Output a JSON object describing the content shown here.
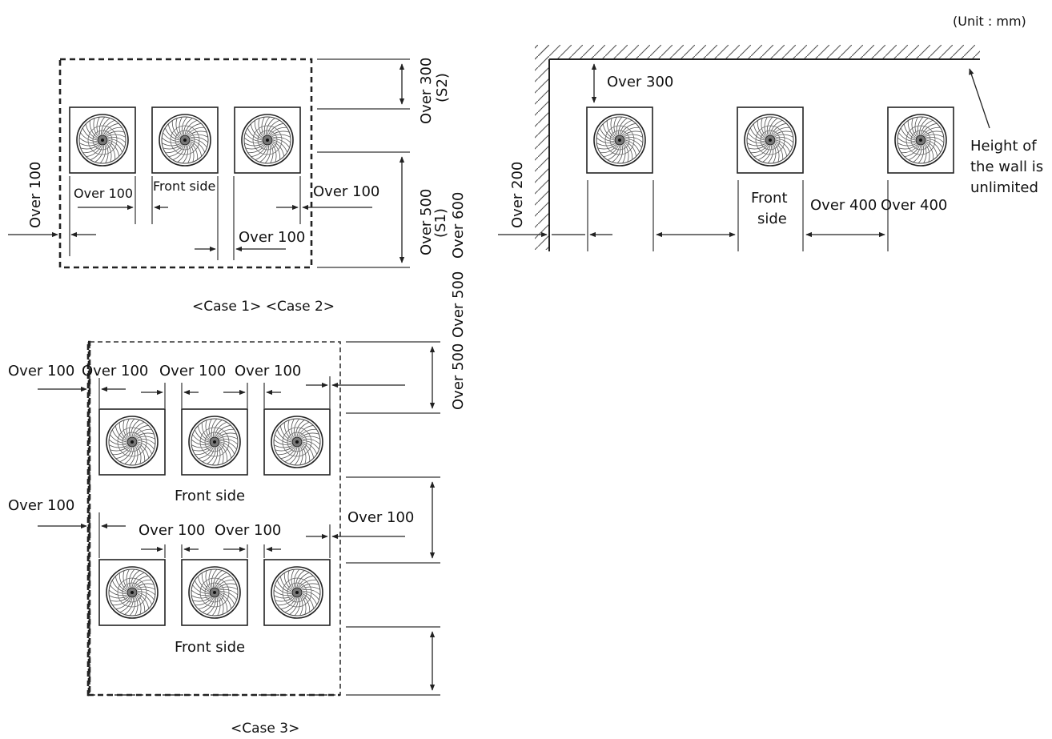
{
  "unit_label": "(Unit : mm)",
  "cases_1_2": {
    "labels": {
      "over_100_left": "Over 100",
      "over_100_gap": "Over 100",
      "front_side": "Front side",
      "over_100_right": "Over 100",
      "over_100_bottom": "Over 100",
      "over_300_s2": "Over 300",
      "s2": "(S2)",
      "over_500_s1": "Over 500",
      "s1": "(S1)",
      "over_600": "Over 600"
    },
    "caption": "<Case 1> <Case 2>"
  },
  "wall_case": {
    "labels": {
      "over_300": "Over 300",
      "over_200": "Over 200",
      "front_side_1": "Front",
      "front_side_2": "side",
      "over_400_a": "Over 400",
      "over_400_b": "Over 400",
      "height_note_1": "Height of",
      "height_note_2": "the wall is",
      "height_note_3": "unlimited"
    }
  },
  "case_3": {
    "labels": {
      "row1_over_100_a": "Over 100",
      "row1_over_100_b": "Over 100",
      "row1_over_100_c": "Over 100",
      "row1_over_100_d": "Over 100",
      "row2_over_100_left": "Over 100",
      "row2_over_100_mid_a": "Over 100",
      "row2_over_100_mid_b": "Over 100",
      "row2_over_100_right": "Over 100",
      "front_side_1": "Front side",
      "front_side_2": "Front side",
      "over_500_a": "Over 500",
      "over_500_b": "Over 500"
    },
    "caption": "<Case 3>"
  },
  "fan_units": [
    {
      "group": "case-1-2",
      "index": 1
    },
    {
      "group": "case-1-2",
      "index": 2
    },
    {
      "group": "case-1-2",
      "index": 3
    },
    {
      "group": "wall-case",
      "index": 1
    },
    {
      "group": "wall-case",
      "index": 2
    },
    {
      "group": "wall-case",
      "index": 3
    },
    {
      "group": "case-3-row-1",
      "index": 1
    },
    {
      "group": "case-3-row-1",
      "index": 2
    },
    {
      "group": "case-3-row-1",
      "index": 3
    },
    {
      "group": "case-3-row-2",
      "index": 1
    },
    {
      "group": "case-3-row-2",
      "index": 2
    },
    {
      "group": "case-3-row-2",
      "index": 3
    }
  ]
}
